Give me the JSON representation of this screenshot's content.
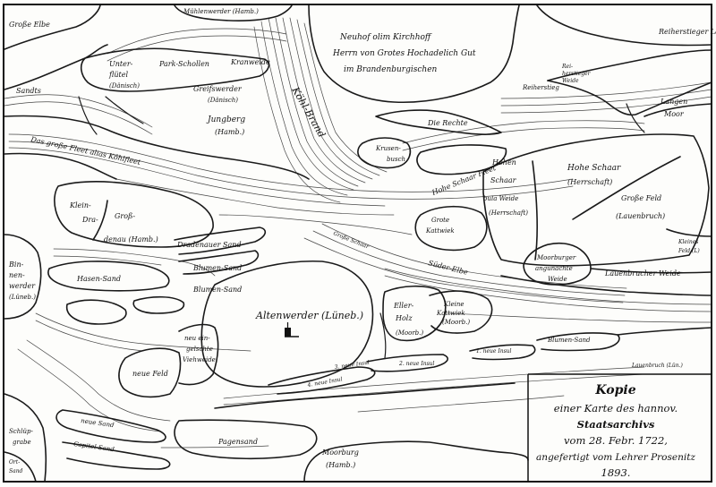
{
  "labels": {
    "grosse_elbe": "Große Elbe",
    "muehlenwerder": "Mühlenwerder (Hamb.)",
    "neuhof_1": "Neuhof olim Kirchhoff",
    "neuhof_2": "Herrn von Grotes Hochadelich Gut",
    "neuhof_3": "im Brandenburgischen",
    "reiherstieg": "Reiherstieger Land",
    "unterfluetel_1": "Unter-",
    "unterfluetel_2": "flütel",
    "unterfluetel_3": "(Dänisch)",
    "park_schollen": "Park-Schollen",
    "kranweide": "Kranweide",
    "sandts": "Sandts",
    "greifswerder_1": "Greifswerder",
    "greifswerder_2": "(Dänisch)",
    "jungberg_1": "Jungberg",
    "jungberg_2": "(Hamb.)",
    "reiherstieg_kl": "Reiherstieg",
    "reiherstieger_weide_1": "Rei-",
    "reiherstieger_weide_2": "herstieger",
    "reiherstieger_weide_3": "Weide",
    "langenmoor_1": "Langen",
    "langenmoor_2": "Moor",
    "koehlbrand": "Köhl-Brand",
    "die_rechte": "Die Rechte",
    "krusenbusch_1": "Krusen-",
    "krusenbusch_2": "busch",
    "kohlfleet": "Das große Fleet alias Köhlfleet",
    "hohe_schaar_fleet": "Hohe Schaar Fleet",
    "hohen_schaar_1": "Hohen",
    "hohen_schaar_2": "Schaar",
    "hohen_schaar_3": "bula Weide",
    "hohen_schaar_4": "(Herrschaft)",
    "hohe_schaar_1": "Hohe Schaar",
    "hohe_schaar_2": "(Herrschaft)",
    "grosse_feld_1": "Große Feld",
    "grosse_feld_2": "(Lauenbruch)",
    "kleines_feld_1": "Kleines",
    "kleines_feld_2": "Feld (L)",
    "klein_dradenau_1": "Klein-",
    "klein_dradenau_2": "Dra-",
    "gross_dradenau_1": "Groß-",
    "gross_dradenau_2": "denau (Hamb.)",
    "grote_kattwiek_1": "Grote",
    "grote_kattwiek_2": "Kattwiek",
    "dradenauer_sand": "Dradenauer Sand",
    "blumen_sand_1": "Blumen-Sand",
    "binnenwerder_1": "Bin-",
    "binnenwerder_2": "nen-",
    "binnenwerder_3": "werder",
    "binnenwerder_4": "(Lüneb.)",
    "grosse_schaar": "Große Schaar",
    "moorburger_weide_1": "Moorburger",
    "moorburger_weide_2": "angunachte",
    "moorburger_weide_3": "Weide",
    "lauenbrucher_weide": "Lauenbrucher Weide",
    "norder_elbe": "Süder-Elbe",
    "hasen_sand": "Hasen-Sand",
    "blumen_sand_2": "Blumen-Sand",
    "altenwerder": "Altenwerder (Lüneb.)",
    "ellerholz_1": "Eller-",
    "ellerholz_2": "Holz",
    "ellerholz_3": "(Moorb.)",
    "kattwiek_kl_1": "Kleine",
    "kattwiek_kl_2": "Kattwiek",
    "kattwiek_kl_3": "(Moorb.)",
    "neu_ein_1": "neu ein-",
    "neu_ein_2": "gelschte",
    "neu_ein_3": "Viehweide",
    "neue_feld": "neue Feld",
    "neue_insul": "3. neue Insul",
    "blumen_sand_3": "Blumen-Sand",
    "neue_insul_2": "2. neue Insul",
    "neue_insul_1": "1. neue Insul",
    "neue_insul_4": "4. neue Insul",
    "lauenbruch_kl": "Lauenbruch (Lün.)",
    "neue_sand": "neue Sand",
    "schluep_1": "Schlüp-",
    "schluep_2": "grabe",
    "capitel_sand": "Capitel-Sand",
    "pagensand": "Pagensand",
    "moorburg_1": "Moorburg",
    "moorburg_2": "(Hamb.)",
    "ort_sand_1": "Ort-",
    "ort_sand_2": "Sand"
  },
  "cartouche": {
    "line1": "Kopie",
    "line2": "einer Karte des hannov.",
    "line3": "Staatsarchivs",
    "line4": "vom 28. Febr. 1722,",
    "line5": "angefertigt vom Lehrer Prosenitz",
    "line6": "1893."
  }
}
